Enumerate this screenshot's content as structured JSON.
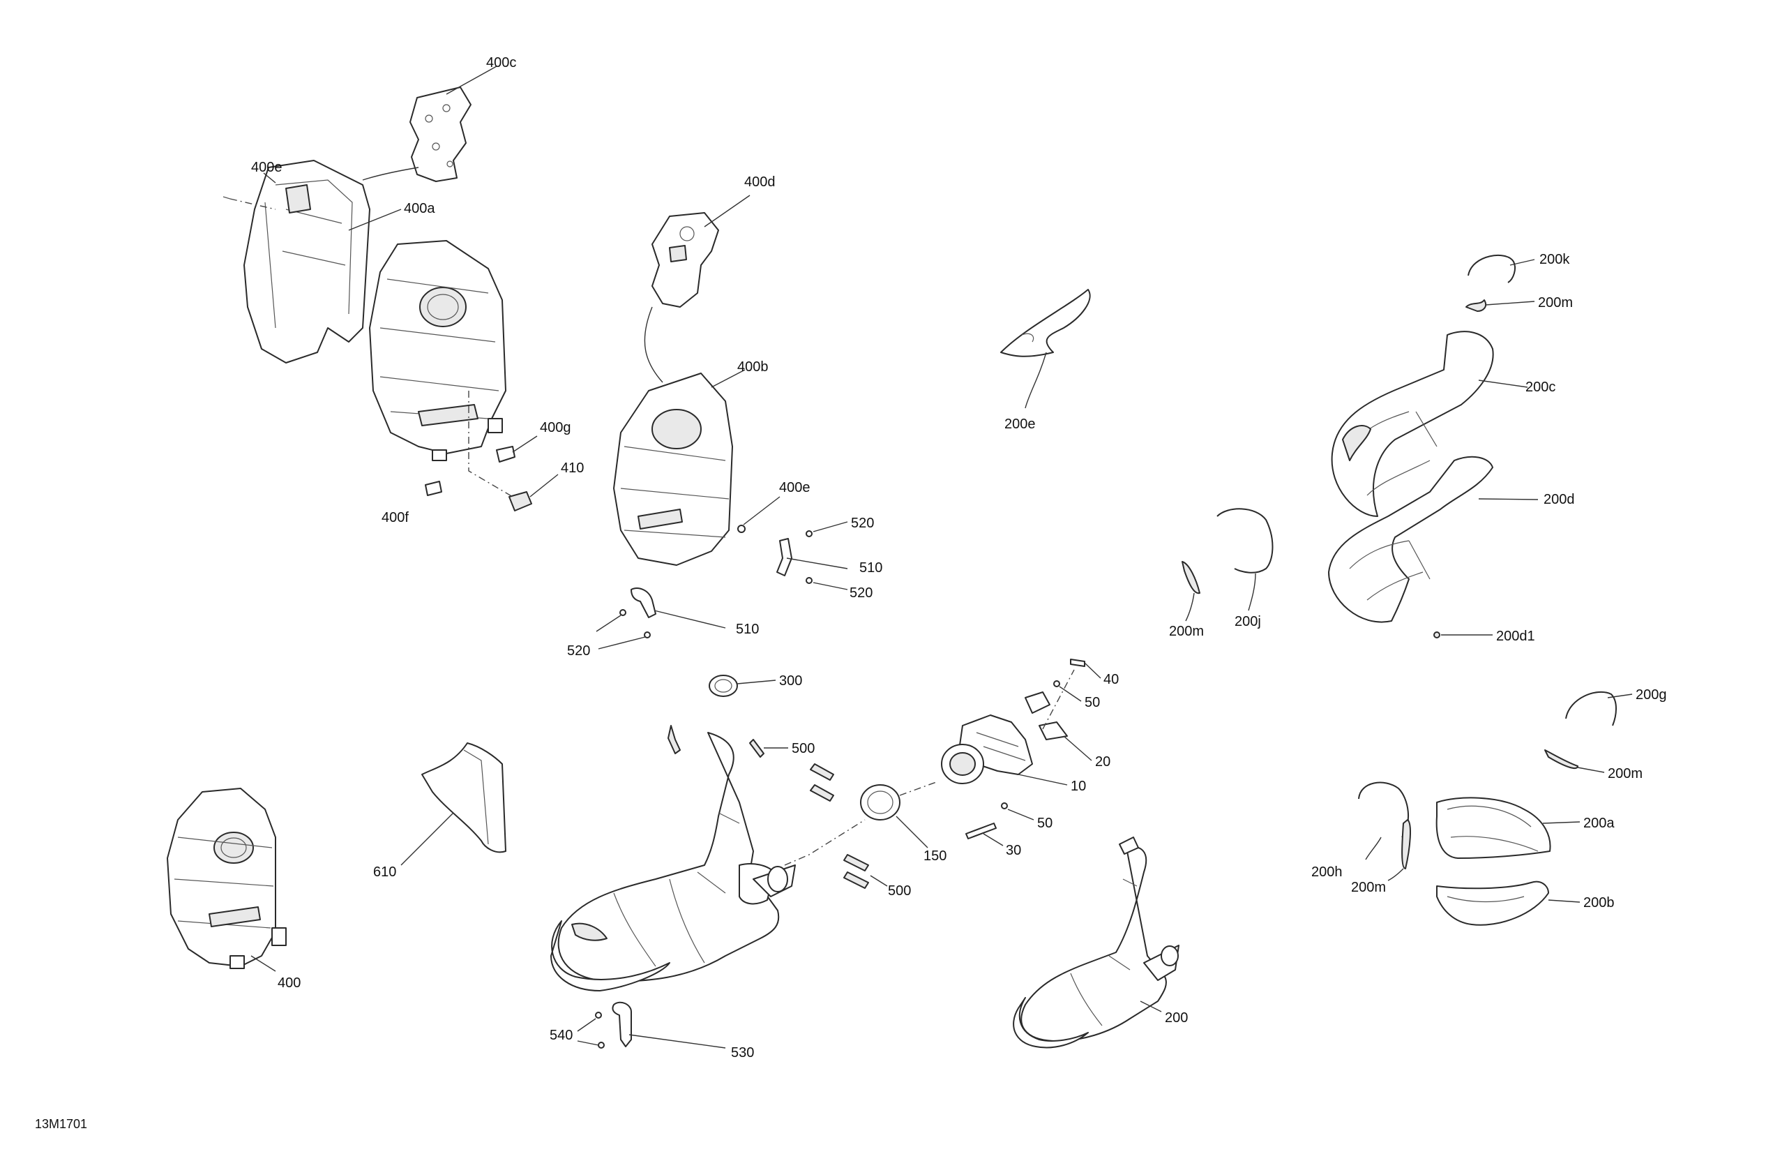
{
  "diagram_code": "13M1701",
  "callouts": {
    "c400c": "400c",
    "c400e_top": "400e",
    "c400a": "400a",
    "c400d": "400d",
    "c400b": "400b",
    "c400g": "400g",
    "c410": "410",
    "c400f": "400f",
    "c400e_mid": "400e",
    "c520_a": "520",
    "c510_a": "510",
    "c520_b": "520",
    "c510_b": "510",
    "c520_c": "520",
    "c200e": "200e",
    "c200k": "200k",
    "c200m_a": "200m",
    "c200c": "200c",
    "c200d": "200d",
    "c200m_b": "200m",
    "c200j": "200j",
    "c200d1": "200d1",
    "c300": "300",
    "c40": "40",
    "c50_a": "50",
    "c20": "20",
    "c10": "10",
    "c500_a": "500",
    "c610": "610",
    "c150": "150",
    "c50_b": "50",
    "c30": "30",
    "c500_b": "500",
    "c400": "400",
    "c200g": "200g",
    "c200m_c": "200m",
    "c200a": "200a",
    "c200h": "200h",
    "c200m_d": "200m",
    "c200b": "200b",
    "c200": "200",
    "c540": "540",
    "c530": "530"
  }
}
